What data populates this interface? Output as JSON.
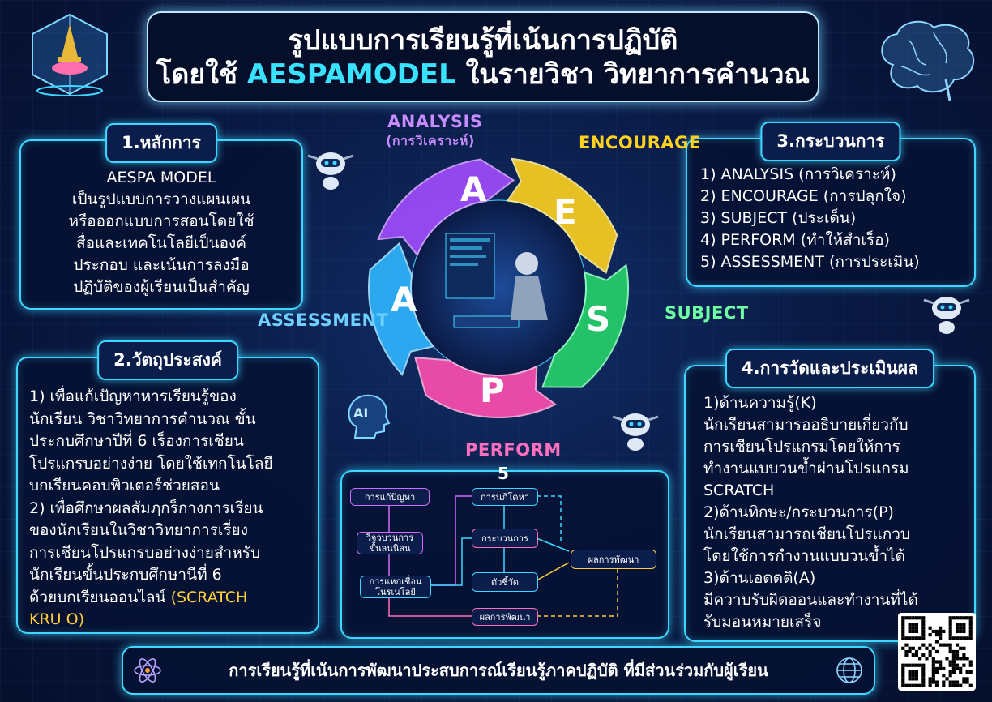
{
  "title": {
    "line1": "รูปแบบการเรียนรู้ที่เน้นการปฏิบัติ",
    "line2_prefix": "โดยใช้ ",
    "line2_accent": "AESPAMODEL",
    "line2_suffix": " ในรายวิชา วิทยาการคำนวณ"
  },
  "logo": {
    "icon": "school-emblem-icon"
  },
  "brain": {
    "icon": "brain-icon"
  },
  "section1": {
    "heading": "1.หลักการ",
    "lines": [
      "AESPA MODEL",
      "เป็นรูปแบบการวางแผนเผน",
      "หรือออกแบบการสอนโดยใช้",
      "สื่อและเทคโนโลยีเป็นองค์",
      "ประกอบ และเน้นการลงมือ",
      "ปฏิบัติของผู้เรียนเป็นสำคัญ"
    ]
  },
  "section2": {
    "heading": "2.วัตถุประสงค์",
    "lines": [
      "1) เพื่อแก้เปัญหาหารเรียนรู้ของ",
      "นักเรียน วิชาวิทยาการคำนวณ ขั้น",
      "ประกบศึกษาปีที่ 6 เร็องการเชียน",
      "โปรแกรบอย่างง่าย โดยใช้เทกโนโลยี",
      "บกเรียนคอบพิวเตอร์ช่วยสอน",
      "2) เพื่อศึกษาผลสัมฦกร็กางการเรียน",
      "ของนักเรียนในวิชาวิทยาการเรี่ยง",
      "การเชียนโปรแกรบอย่างง่ายสำหรับ",
      "นักเรียนขั้นประกบศึกษานีที่ 6"
    ],
    "last_prefix": "ด้วยบกเรียนออนไลน์ ",
    "last_accent": "(SCRATCH",
    "last_accent2": "KRU O)"
  },
  "section3": {
    "heading": "3.กระบวนการ",
    "lines": [
      "1) ANALYSIS (การวิเคราะห์)",
      "2) ENCOURAGE (การปลุกใจ)",
      "3) SUBJECT (ประเด็น)",
      "4) PERFORM (ทำให้สำเร็อ)",
      "5) ASSESSMENT (การประเมิน)"
    ]
  },
  "section4": {
    "heading": "4.การวัดและประเมินผล",
    "lines": [
      "1)ด้านความรู้(K)",
      "นักเรียนสามารออธิบายเกี่ยวกับ",
      "การเชียนโปรแกรมโดยให้การ",
      "ทำงานแบบวนข้ำผ่านโปรแกรม",
      "SCRATCH",
      "2)ด้านทิกษะ/กระบวนการ(P)",
      "นักเรียนสามารถเชียนโปรแกวบ",
      "โดยใช้การกำงานแบบวนข้ำได้",
      "3)ด้านเอดดติ(A)",
      "มีควาบรับผิดออนและทำงานที่ได้",
      "รับมอนหมายเสร็จ"
    ]
  },
  "cycle": {
    "letters": {
      "analysis": "A",
      "encourage": "E",
      "subject": "S",
      "perform": "P",
      "assessment": "A"
    },
    "labels": {
      "analysis": "ANALYSIS",
      "analysis_sub": "(การวิเคราะห์)",
      "encourage": "ENCOURAGE",
      "subject": "SUBJECT",
      "perform": "PERFORM",
      "assessment": "ASSESSMENT"
    },
    "colors": {
      "analysis": "#a24dff",
      "encourage": "#ffd21f",
      "subject": "#27d36a",
      "perform": "#ff4fb0",
      "assessment": "#2fb6ff"
    },
    "center_icon": "robot-at-computer-icon"
  },
  "ai_badge": "AI",
  "flow": {
    "number": "5",
    "boxes": {
      "problem": "การแก้ปัญหา",
      "tech_analysis": "วิจวบวนการ\nขั้นลนนิลน",
      "tech_link": "การแหกเชื่อน\nโนรเนโลยี",
      "find_out": "การนภิโดหา",
      "process": "กระบวนการ",
      "indicator": "ตัวชี้วัด",
      "result_bottom": "ผลการพัฒนา",
      "result_right": "ผลการพัฒนา"
    }
  },
  "footer": {
    "text": "การเรียนรู้ที่เน้นการพัฒนาประสบการณ์เรียนรู้ภาคปฏิบัติ ที่มีส่วนร่วมกับผู้เรียน",
    "left_icon": "atom-icon",
    "right_icon": "globe-icon"
  },
  "qr": {
    "icon": "qr-code-icon"
  }
}
